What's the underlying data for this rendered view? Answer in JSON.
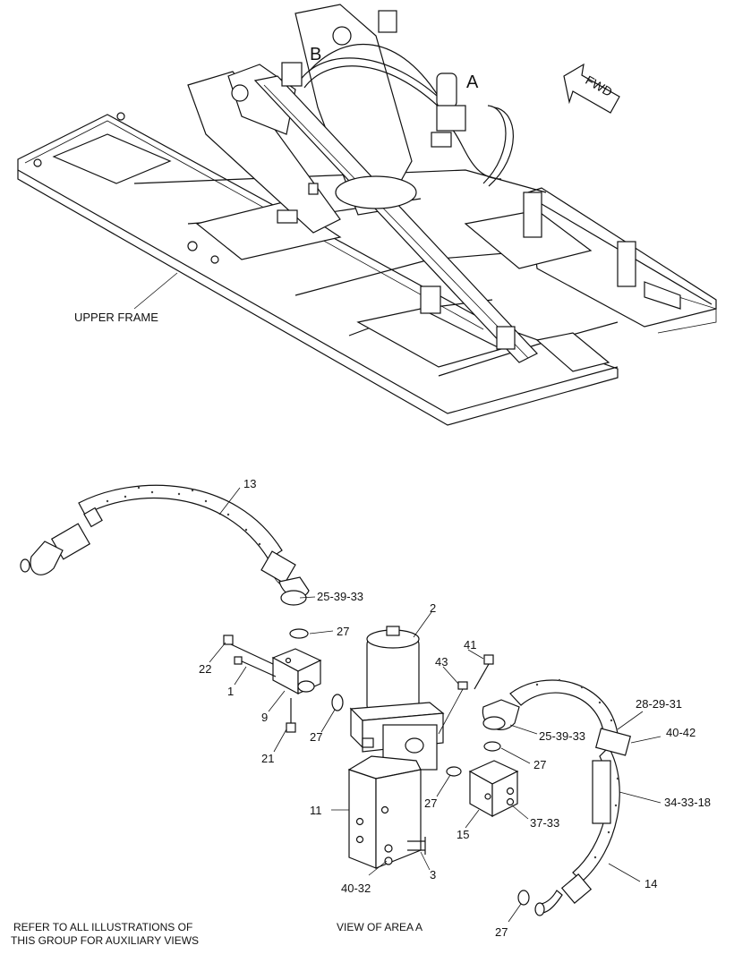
{
  "area_labels": {
    "a": "A",
    "b": "B"
  },
  "fwd_label": "FWD",
  "frame_label": "UPPER FRAME",
  "view_caption": "VIEW OF AREA A",
  "note": {
    "line1": "REFER TO ALL ILLUSTRATIONS OF",
    "line2": "THIS GROUP FOR AUXILIARY VIEWS"
  },
  "callouts": {
    "c13": "13",
    "c25a": "25-39-33",
    "c2": "2",
    "c27a": "27",
    "c41": "41",
    "c43": "43",
    "c22": "22",
    "c1": "1",
    "c9": "9",
    "c27b": "27",
    "c21": "21",
    "c28": "28-29-31",
    "c40a": "40-42",
    "c25b": "25-39-33",
    "c27c": "27",
    "c27d": "27",
    "c11": "11",
    "c15": "15",
    "c37": "37-33",
    "c34": "34-33-18",
    "c3": "3",
    "c40b": "40-32",
    "c14": "14",
    "c27e": "27"
  }
}
